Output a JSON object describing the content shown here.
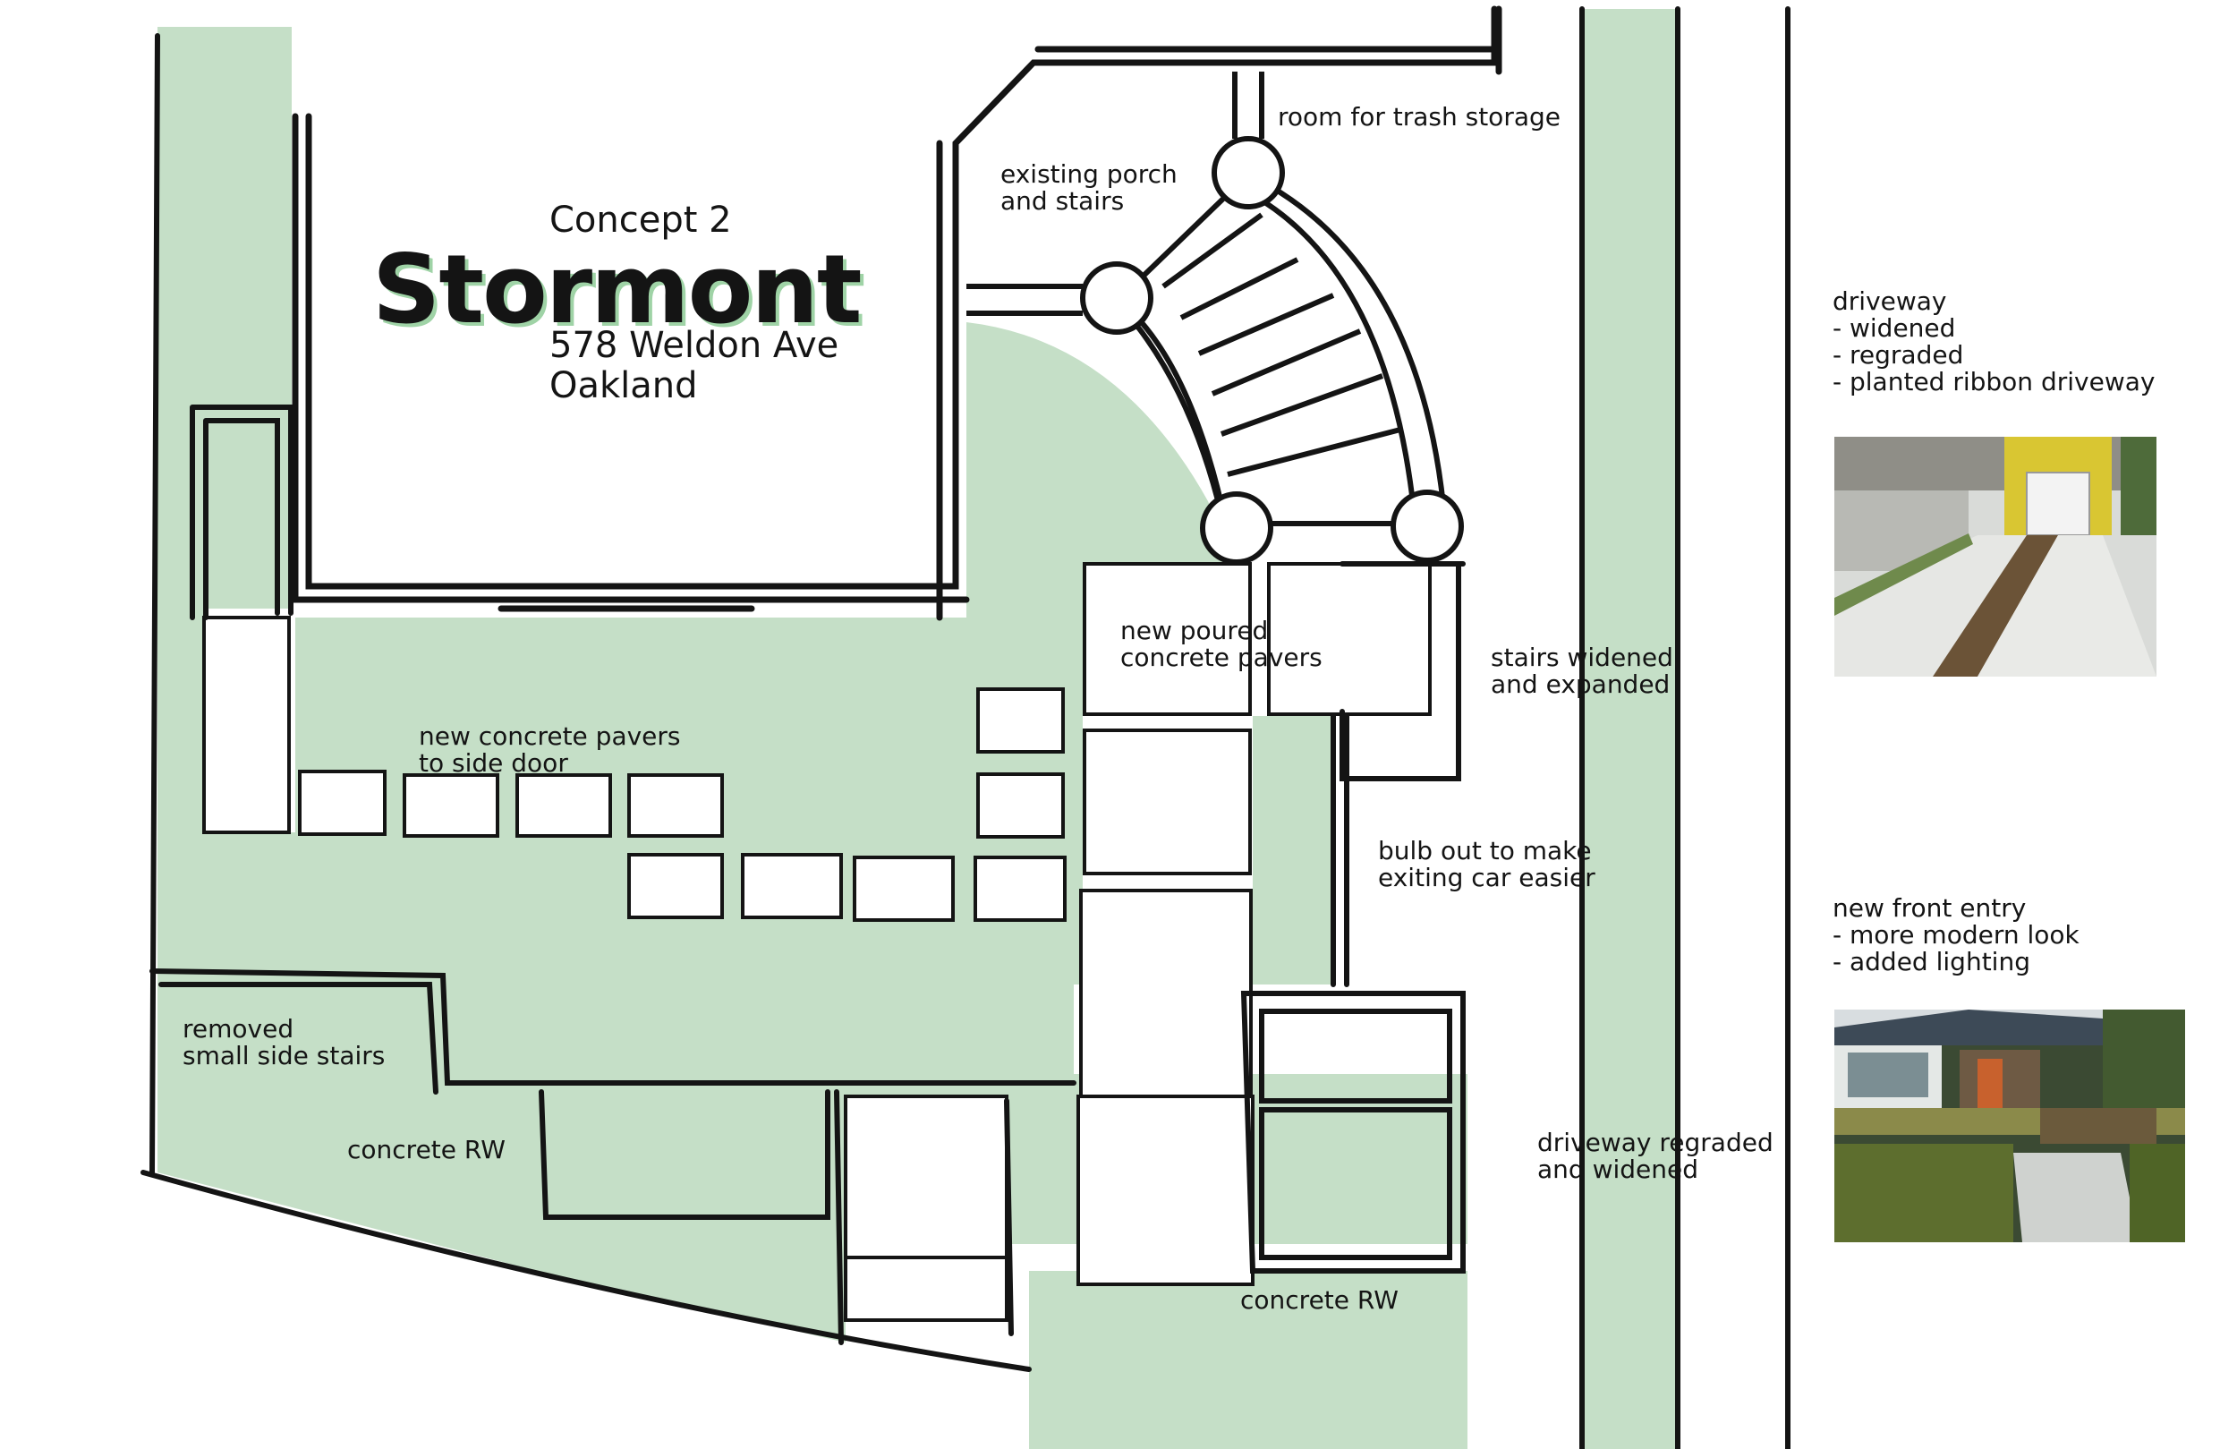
{
  "title_block": {
    "concept": "Concept 2",
    "project": "Stormont",
    "address_line1": "578 Weldon Ave",
    "address_line2": "Oakland"
  },
  "annotations": {
    "trash_storage": "room for trash storage",
    "existing_porch": "existing porch\nand stairs",
    "new_poured_pavers": "new poured\nconcrete pavers",
    "stairs_widened": "stairs widened\nand expanded",
    "pavers_side_door": "new concrete pavers\nto side door",
    "bulb_out": "bulb out to make\nexiting car easier",
    "removed_stairs": "removed\nsmall side stairs",
    "concrete_rw_left": "concrete RW",
    "concrete_rw_bottom": "concrete RW",
    "driveway_regraded": "driveway regraded\nand widened"
  },
  "side_notes": {
    "driveway": "driveway\n- widened\n- regraded\n- planted ribbon driveway",
    "front_entry": "new front entry\n- more modern look\n- added lighting"
  },
  "colors": {
    "planting": "#c5dfc7",
    "ink": "#141414",
    "paper": "#ffffff"
  }
}
